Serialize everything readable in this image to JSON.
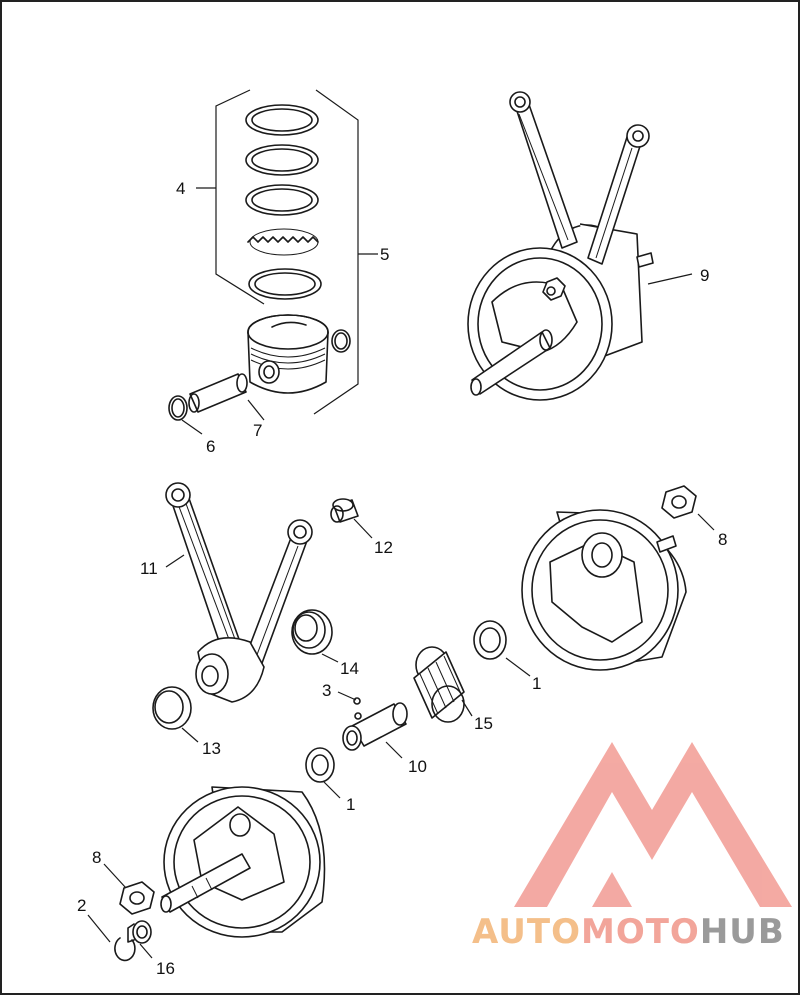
{
  "callouts": {
    "c1a": "1",
    "c1b": "1",
    "c2": "2",
    "c3": "3",
    "c4": "4",
    "c5": "5",
    "c6": "6",
    "c7": "7",
    "c8a": "8",
    "c8b": "8",
    "c9": "9",
    "c10": "10",
    "c11": "11",
    "c12": "12",
    "c13": "13",
    "c14": "14",
    "c15": "15",
    "c16": "16"
  },
  "watermark": {
    "part1": "AUTO",
    "part2": "MOTO",
    "part3": "HUB",
    "colors": {
      "auto": "#f4bf8a",
      "moto": "#f2a59a",
      "hub": "#9a9a9a",
      "logo": "#f29b93"
    }
  }
}
